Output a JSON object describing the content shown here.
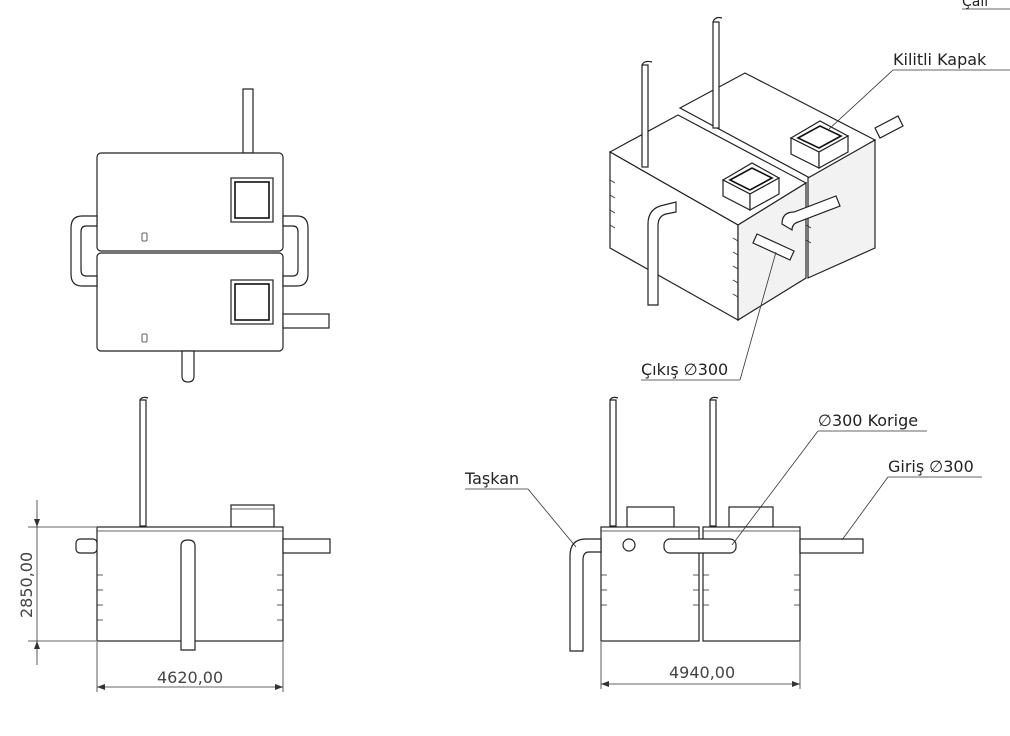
{
  "labels": {
    "corner_label": "Çalı",
    "lockable_cover": "Kilitli Kapak",
    "outlet": "Çıkış ∅300",
    "corrugated": "∅300 Korige",
    "overflow": "Taşkan",
    "inlet": "Giriş ∅300"
  },
  "dimensions": {
    "height_left": "2850,00",
    "width_left": "4620,00",
    "width_right": "4940,00"
  },
  "colors": {
    "line": "#222222",
    "dimension_text": "#444444",
    "background": "#ffffff"
  }
}
